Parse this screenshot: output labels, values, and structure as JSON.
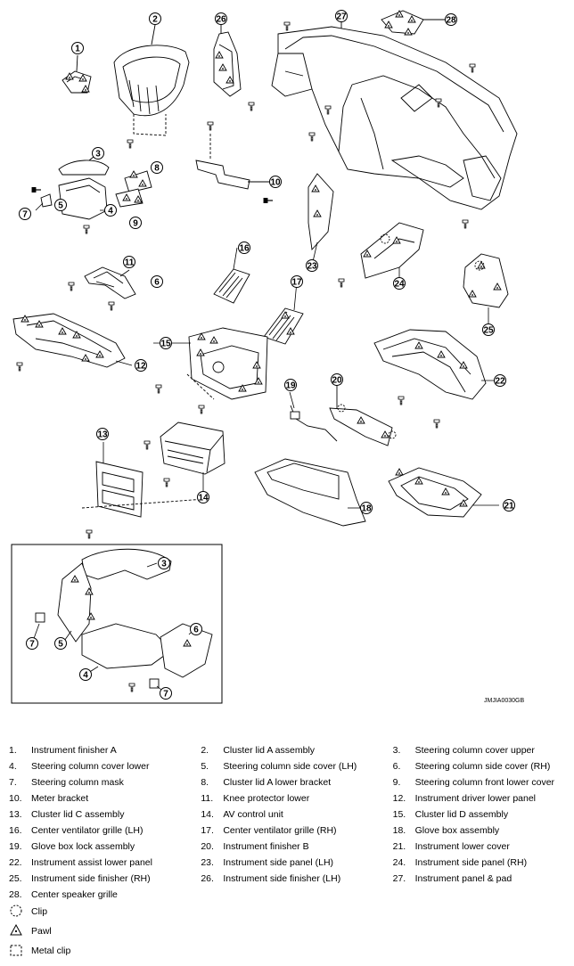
{
  "reference_code": "JMJIA0030GB",
  "callouts": [
    "1",
    "2",
    "3",
    "4",
    "5",
    "6",
    "7",
    "8",
    "9",
    "10",
    "11",
    "12",
    "13",
    "14",
    "15",
    "16",
    "17",
    "18",
    "19",
    "20",
    "21",
    "22",
    "23",
    "24",
    "25",
    "26",
    "27",
    "28"
  ],
  "inset_callouts": [
    "3",
    "4",
    "5",
    "6",
    "7",
    "7"
  ],
  "parts": [
    {
      "num": "1.",
      "name": "Instrument finisher A"
    },
    {
      "num": "2.",
      "name": "Cluster lid A assembly"
    },
    {
      "num": "3.",
      "name": "Steering column cover upper"
    },
    {
      "num": "4.",
      "name": "Steering column cover lower"
    },
    {
      "num": "5.",
      "name": "Steering column side cover (LH)"
    },
    {
      "num": "6.",
      "name": "Steering column side cover (RH)"
    },
    {
      "num": "7.",
      "name": "Steering column mask"
    },
    {
      "num": "8.",
      "name": "Cluster lid A lower bracket"
    },
    {
      "num": "9.",
      "name": "Steering column front lower cover"
    },
    {
      "num": "10.",
      "name": "Meter bracket"
    },
    {
      "num": "11.",
      "name": "Knee protector lower"
    },
    {
      "num": "12.",
      "name": "Instrument driver lower panel"
    },
    {
      "num": "13.",
      "name": "Cluster lid C assembly"
    },
    {
      "num": "14.",
      "name": "AV control unit"
    },
    {
      "num": "15.",
      "name": "Cluster lid D assembly"
    },
    {
      "num": "16.",
      "name": "Center ventilator grille (LH)"
    },
    {
      "num": "17.",
      "name": "Center ventilator grille (RH)"
    },
    {
      "num": "18.",
      "name": "Glove box assembly"
    },
    {
      "num": "19.",
      "name": "Glove box lock assembly"
    },
    {
      "num": "20.",
      "name": "Instrument finisher B"
    },
    {
      "num": "21.",
      "name": "Instrument lower cover"
    },
    {
      "num": "22.",
      "name": "Instrument assist lower panel"
    },
    {
      "num": "23.",
      "name": "Instrument side panel (LH)"
    },
    {
      "num": "24.",
      "name": "Instrument side panel (RH)"
    },
    {
      "num": "25.",
      "name": "Instrument side finisher (RH)"
    },
    {
      "num": "26.",
      "name": "Instrument side finisher (LH)"
    },
    {
      "num": "27.",
      "name": "Instrument panel & pad"
    },
    {
      "num": "28.",
      "name": "Center speaker grille"
    }
  ],
  "symbols": [
    {
      "icon": "clip-icon",
      "label": "Clip"
    },
    {
      "icon": "pawl-icon",
      "label": "Pawl"
    },
    {
      "icon": "metal-clip-icon",
      "label": "Metal clip"
    }
  ]
}
